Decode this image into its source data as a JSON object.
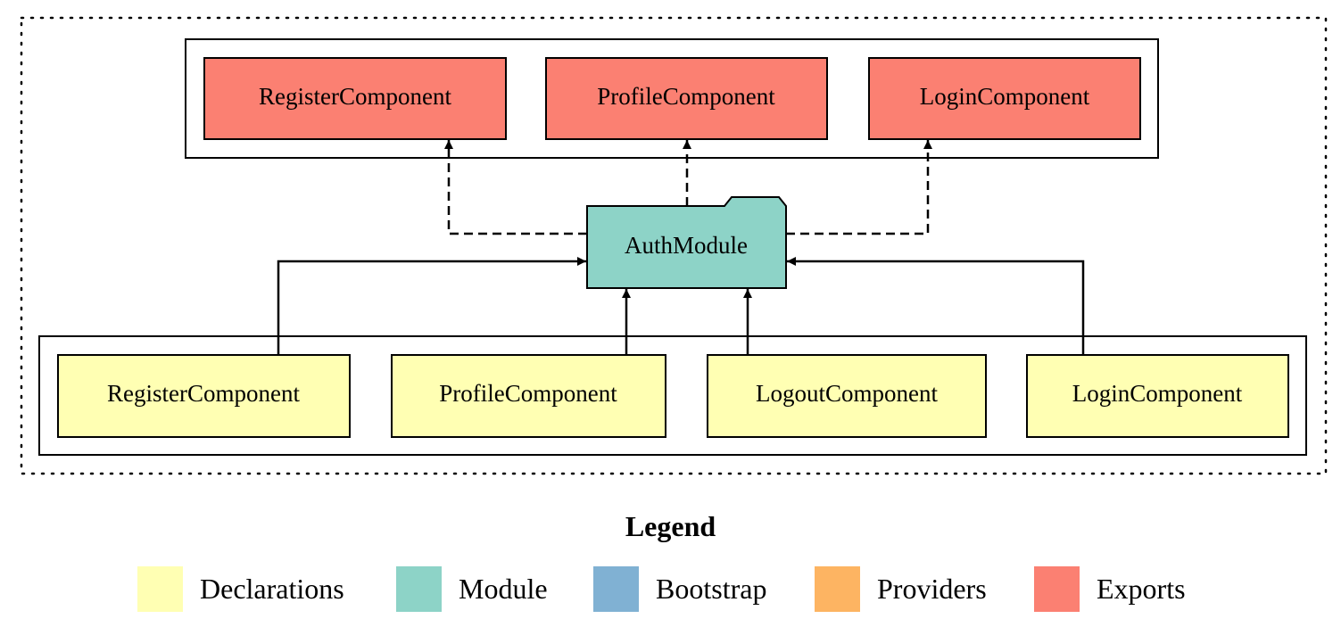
{
  "diagram": {
    "module": {
      "label": "AuthModule",
      "color": "#8dd3c7"
    },
    "exports": [
      {
        "label": "RegisterComponent"
      },
      {
        "label": "ProfileComponent"
      },
      {
        "label": "LoginComponent"
      }
    ],
    "declarations": [
      {
        "label": "RegisterComponent"
      },
      {
        "label": "ProfileComponent"
      },
      {
        "label": "LogoutComponent"
      },
      {
        "label": "LoginComponent"
      }
    ],
    "colors": {
      "declarations": "#ffffb3",
      "module": "#8dd3c7",
      "bootstrap": "#80b1d3",
      "providers": "#fdb462",
      "exports": "#fb8072"
    }
  },
  "legend": {
    "title": "Legend",
    "items": [
      {
        "label": "Declarations",
        "color": "#ffffb3"
      },
      {
        "label": "Module",
        "color": "#8dd3c7"
      },
      {
        "label": "Bootstrap",
        "color": "#80b1d3"
      },
      {
        "label": "Providers",
        "color": "#fdb462"
      },
      {
        "label": "Exports",
        "color": "#fb8072"
      }
    ]
  }
}
